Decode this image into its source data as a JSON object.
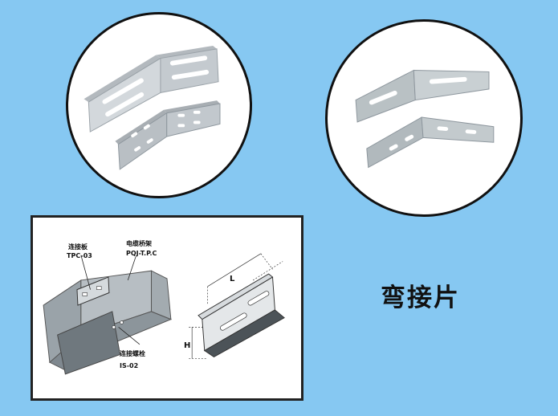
{
  "caption": "弯接片",
  "diagram": {
    "connector_plate": "连接板",
    "connector_plate_code": "TPC-03",
    "cable_tray": "电缆桥架",
    "cable_tray_code": "PQJ-T.P.C",
    "connecting_bolt": "连接螺栓",
    "connecting_bolt_code": "IS-02",
    "dim_length": "L",
    "dim_height": "H"
  },
  "colors": {
    "background": "#86c8f2",
    "metal_light": "#c9cfd3",
    "metal_dark": "#8e979e",
    "frame": "#111111"
  },
  "icons": [
    "bracket-photo-left",
    "bracket-photo-right",
    "installation-diagram"
  ]
}
